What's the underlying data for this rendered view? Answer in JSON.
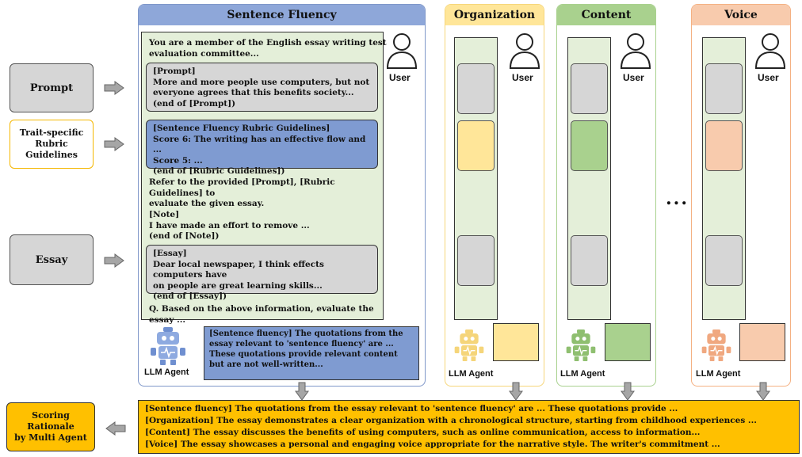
{
  "inputs": {
    "prompt": "Prompt",
    "trait_line1": "Trait-specific",
    "trait_line2": "Rubric",
    "trait_line3": "Guidelines",
    "essay": "Essay"
  },
  "sentence_fluency": {
    "header": "Sentence Fluency",
    "intro_1": "You are a member of the English essay writing test",
    "intro_2": "evaluation committee...",
    "prompt_block": [
      "[Prompt]",
      "More and more people use computers, but not",
      "everyone agrees that this benefits society...",
      "(end of [Prompt])"
    ],
    "rubric_block": [
      "[Sentence Fluency Rubric Guidelines]",
      "Score 6: The writing has an effective flow and ...",
      "Score 5: ...",
      "(end of [Rubric Guidelines])"
    ],
    "refer_1": "Refer to the provided [Prompt], [Rubric Guidelines] to",
    "refer_2": "evaluate the given essay.",
    "note_block": [
      "[Note]",
      "I have made an effort to remove ...",
      "(end of [Note])"
    ],
    "essay_block": [
      "[Essay]",
      "Dear local newspaper, I think effects computers have",
      "on people are great learning skills...",
      "(end of [Essay])"
    ],
    "question": "Q. Based on the above information, evaluate the essay ...",
    "output_text": "[Sentence fluency] The quotations from the essay relevant to 'sentence fluency' are ... These quotations provide relevant content but are not well-written..."
  },
  "labels": {
    "user": "User",
    "agent": "LLM Agent"
  },
  "traits": [
    {
      "header": "Organization",
      "header_color": "#ffe699",
      "border_color": "#f6d67a",
      "mid_color": "#ffe699",
      "out_color": "#ffe699",
      "robot_color": "#f5d57a"
    },
    {
      "header": "Content",
      "header_color": "#a9d18e",
      "border_color": "#a9d18e",
      "mid_color": "#a9d18e",
      "out_color": "#a9d18e",
      "robot_color": "#8fbf70"
    },
    {
      "header": "Voice",
      "header_color": "#f8cbad",
      "border_color": "#f4b183",
      "mid_color": "#f8cbad",
      "out_color": "#f8cbad",
      "robot_color": "#f0a880"
    }
  ],
  "ellipsis": "...",
  "bottom": {
    "label_1": "Scoring",
    "label_2": "Rationale",
    "label_3": "by Multi Agent",
    "lines": [
      "[Sentence fluency] The quotations from the essay relevant to 'sentence fluency' are ... These quotations provide ...",
      "[Organization]  The essay demonstrates a clear organization with a chronological structure, starting from childhood experiences ...",
      "[Content] The essay discusses the benefits of using computers, such as online communication, access to information...",
      "[Voice] The essay showcases a personal and engaging voice appropriate for the narrative style. The writer's commitment ..."
    ]
  },
  "colors": {
    "sf_header": "#8ea7d9",
    "sf_blue": "#7f9bd1",
    "gray": "#d6d6d6",
    "green_bg": "#e4efd9",
    "orange": "#ffc000"
  }
}
